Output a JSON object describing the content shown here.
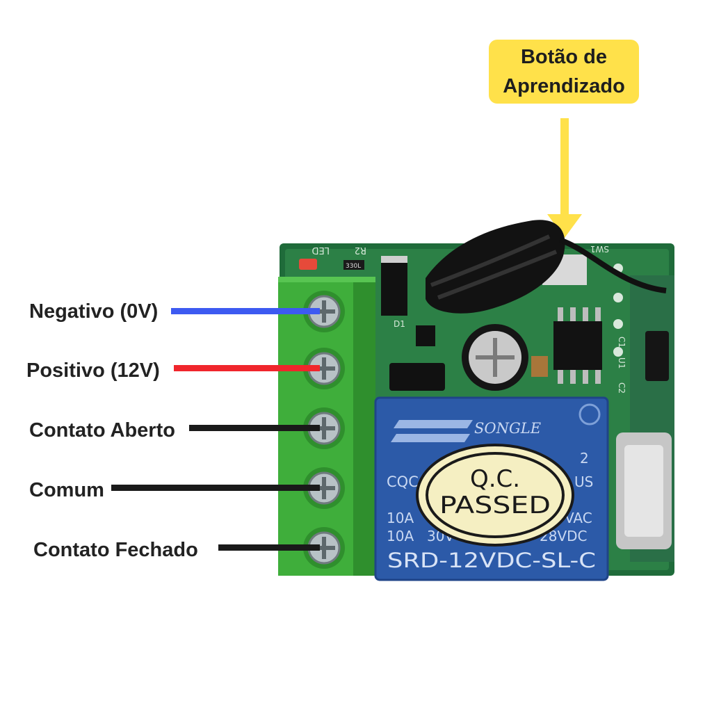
{
  "callout": {
    "line1": "Botão de",
    "line2": "Aprendizado",
    "color": "#FFE14A"
  },
  "terminals": [
    {
      "label": "Negativo (0V)",
      "wire_color": "#3D5AF1"
    },
    {
      "label": "Positivo (12V)",
      "wire_color": "#F0262C"
    },
    {
      "label": "Contato Aberto",
      "wire_color": "#1A1A1A"
    },
    {
      "label": "Comum",
      "wire_color": "#1A1A1A"
    },
    {
      "label": "Contato Fechado",
      "wire_color": "#1A1A1A"
    }
  ],
  "relay": {
    "brand": "SONGLE",
    "model": "SRD-12VDC-SL-C",
    "rating1_left": "10A",
    "rating1_right": "VAC",
    "rating2_left": "10A",
    "rating2_mid": "30V",
    "rating2_right": "28VDC",
    "us": "US",
    "mark": "2",
    "cqc": "CQC"
  },
  "sticker": {
    "line1": "Q.C.",
    "line2": "PASSED"
  },
  "pcb": {
    "r2": "R2",
    "r_value": "330L",
    "d1": "D1",
    "u1": "U1",
    "c1": "C1",
    "c2": "C2",
    "sw1": "SW1",
    "led": "LED"
  }
}
